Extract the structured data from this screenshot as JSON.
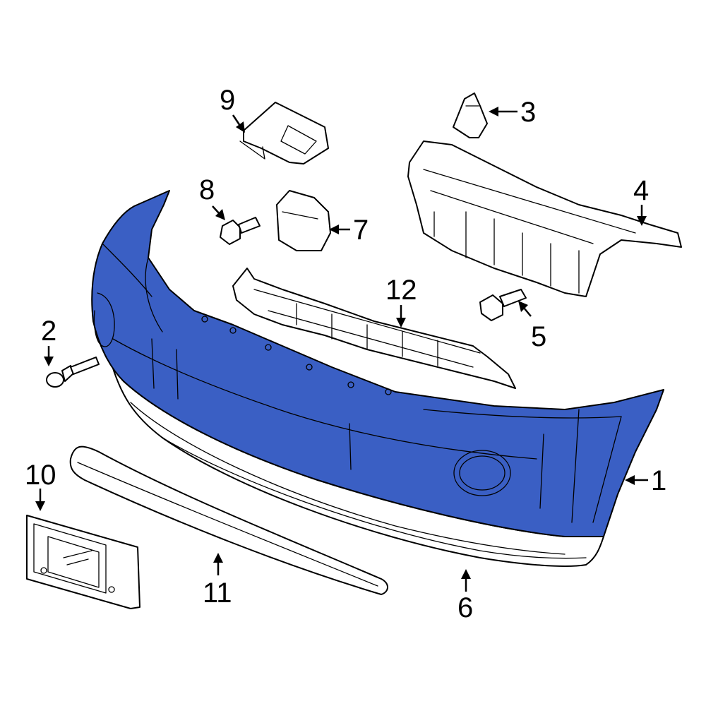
{
  "colors": {
    "highlight": "#3a5fc4",
    "line": "#000000",
    "background": "#ffffff"
  },
  "callouts": {
    "c1": "1",
    "c2": "2",
    "c3": "3",
    "c4": "4",
    "c5": "5",
    "c6": "6",
    "c7": "7",
    "c8": "8",
    "c9": "9",
    "c10": "10",
    "c11": "11",
    "c12": "12"
  }
}
